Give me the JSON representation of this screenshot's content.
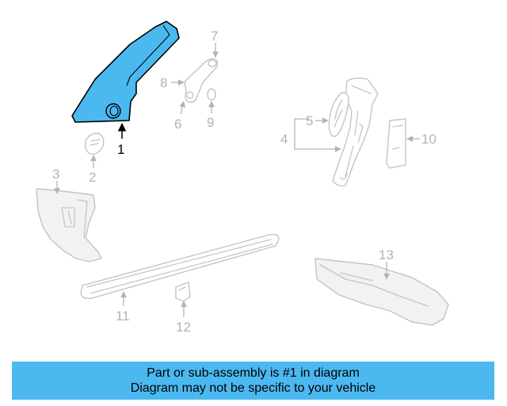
{
  "diagram": {
    "highlight_color": "#4bb8f0",
    "callouts": {
      "c1": "1",
      "c2": "2",
      "c3": "3",
      "c4": "4",
      "c5": "5",
      "c6": "6",
      "c7": "7",
      "c8": "8",
      "c9": "9",
      "c10": "10",
      "c11": "11",
      "c12": "12",
      "c13": "13"
    }
  },
  "banner": {
    "line1": "Part or sub-assembly is #1 in diagram",
    "line2": "Diagram may not be specific to your vehicle",
    "background": "#4bb8f0"
  }
}
